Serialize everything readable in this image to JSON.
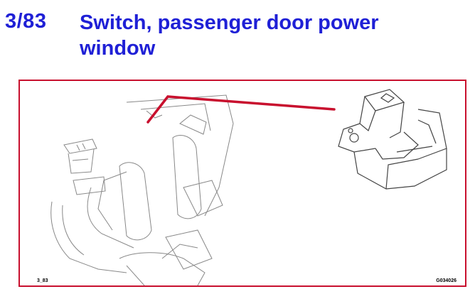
{
  "heading": {
    "code": "3/83",
    "title": "Switch, passenger door power window"
  },
  "figure": {
    "label_left": "3_83",
    "label_right": "G034026",
    "accent_color": "#c8102e",
    "title_color": "#1f20d6"
  }
}
